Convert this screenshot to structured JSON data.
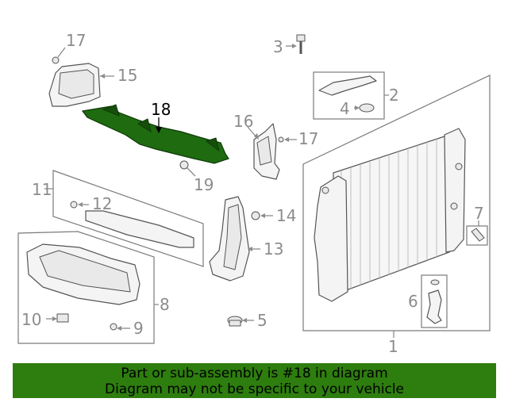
{
  "callouts": {
    "c1": "1",
    "c2": "2",
    "c3": "3",
    "c4": "4",
    "c5": "5",
    "c6": "6",
    "c7": "7",
    "c8": "8",
    "c9": "9",
    "c10": "10",
    "c11": "11",
    "c12": "12",
    "c13": "13",
    "c14": "14",
    "c15": "15",
    "c16": "16",
    "c17a": "17",
    "c17b": "17",
    "c18": "18",
    "c19": "19"
  },
  "highlight": {
    "part_number": "18",
    "color": "#1e6b10"
  },
  "banner": {
    "line1": "Part or sub-assembly is #18 in diagram",
    "line2": "Diagram may not be specific to your vehicle",
    "background": "#2e7d0f"
  }
}
